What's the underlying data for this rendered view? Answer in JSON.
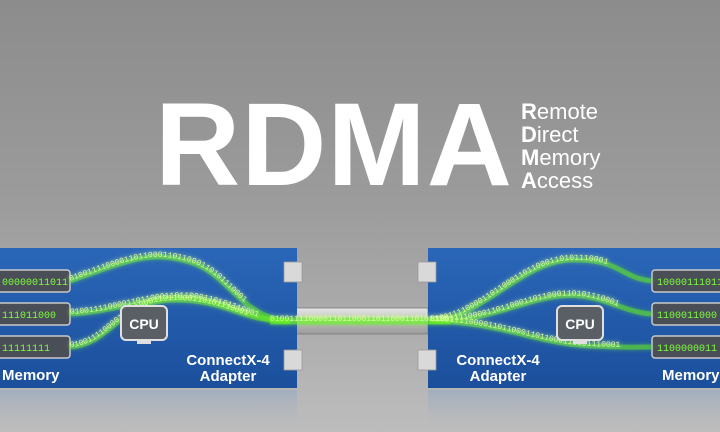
{
  "title": "RDMA",
  "acronym": [
    {
      "initial": "R",
      "rest": "emote"
    },
    {
      "initial": "D",
      "rest": "irect"
    },
    {
      "initial": "M",
      "rest": "emory"
    },
    {
      "initial": "A",
      "rest": "ccess"
    }
  ],
  "left_node": {
    "cpu_label": "CPU",
    "adapter_line1": "ConnectX-4",
    "adapter_line2": "Adapter",
    "memory_label": "Memory",
    "memory_slots": [
      "00000011011",
      "111011000",
      "11111111"
    ]
  },
  "right_node": {
    "cpu_label": "CPU",
    "adapter_line1": "ConnectX-4",
    "adapter_line2": "Adapter",
    "memory_label": "Memory",
    "memory_slots": [
      "10000111011",
      "1100011000",
      "1100000011"
    ]
  },
  "data_stream": "0100111100001101100011011000110101110001",
  "colors": {
    "panel": "#1f58a8",
    "panel_dark": "#173f7c",
    "stream": "#66ee22",
    "stream_glow": "#b8ff66",
    "background": "#9b9b9b"
  }
}
